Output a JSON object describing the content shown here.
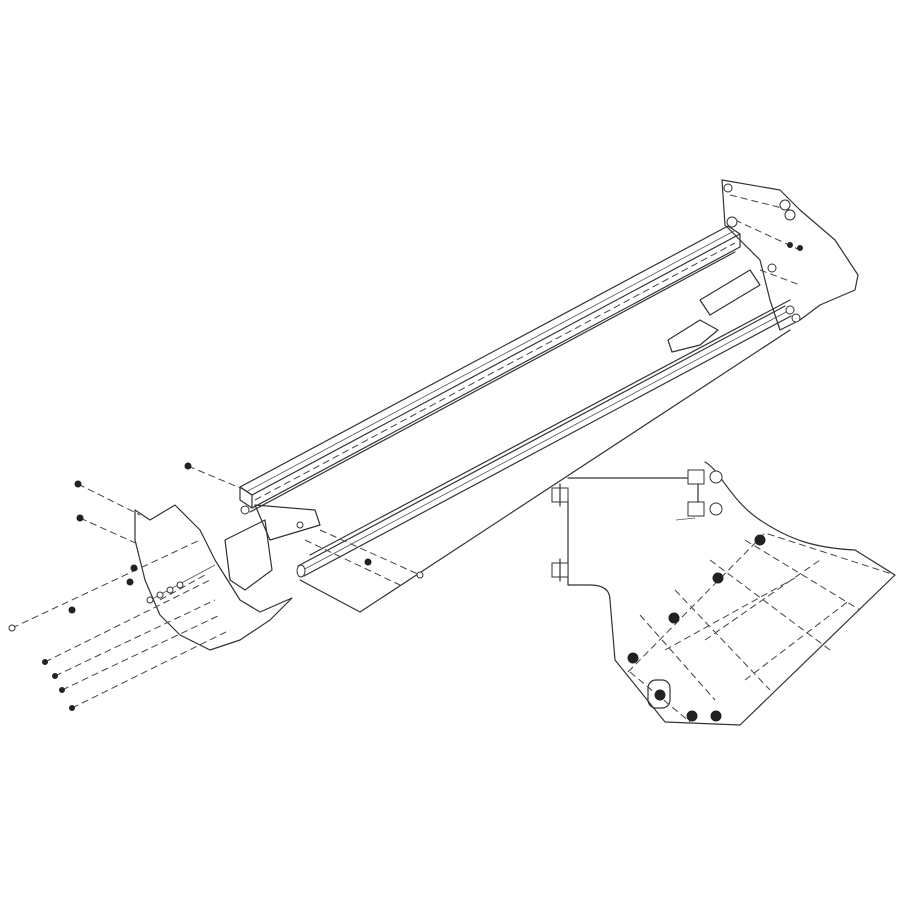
{
  "diagram": {
    "type": "exploded-assembly-drawing",
    "line_color": "#333333",
    "background": "#ffffff",
    "views": [
      "main-assembly",
      "detail-inset"
    ]
  }
}
